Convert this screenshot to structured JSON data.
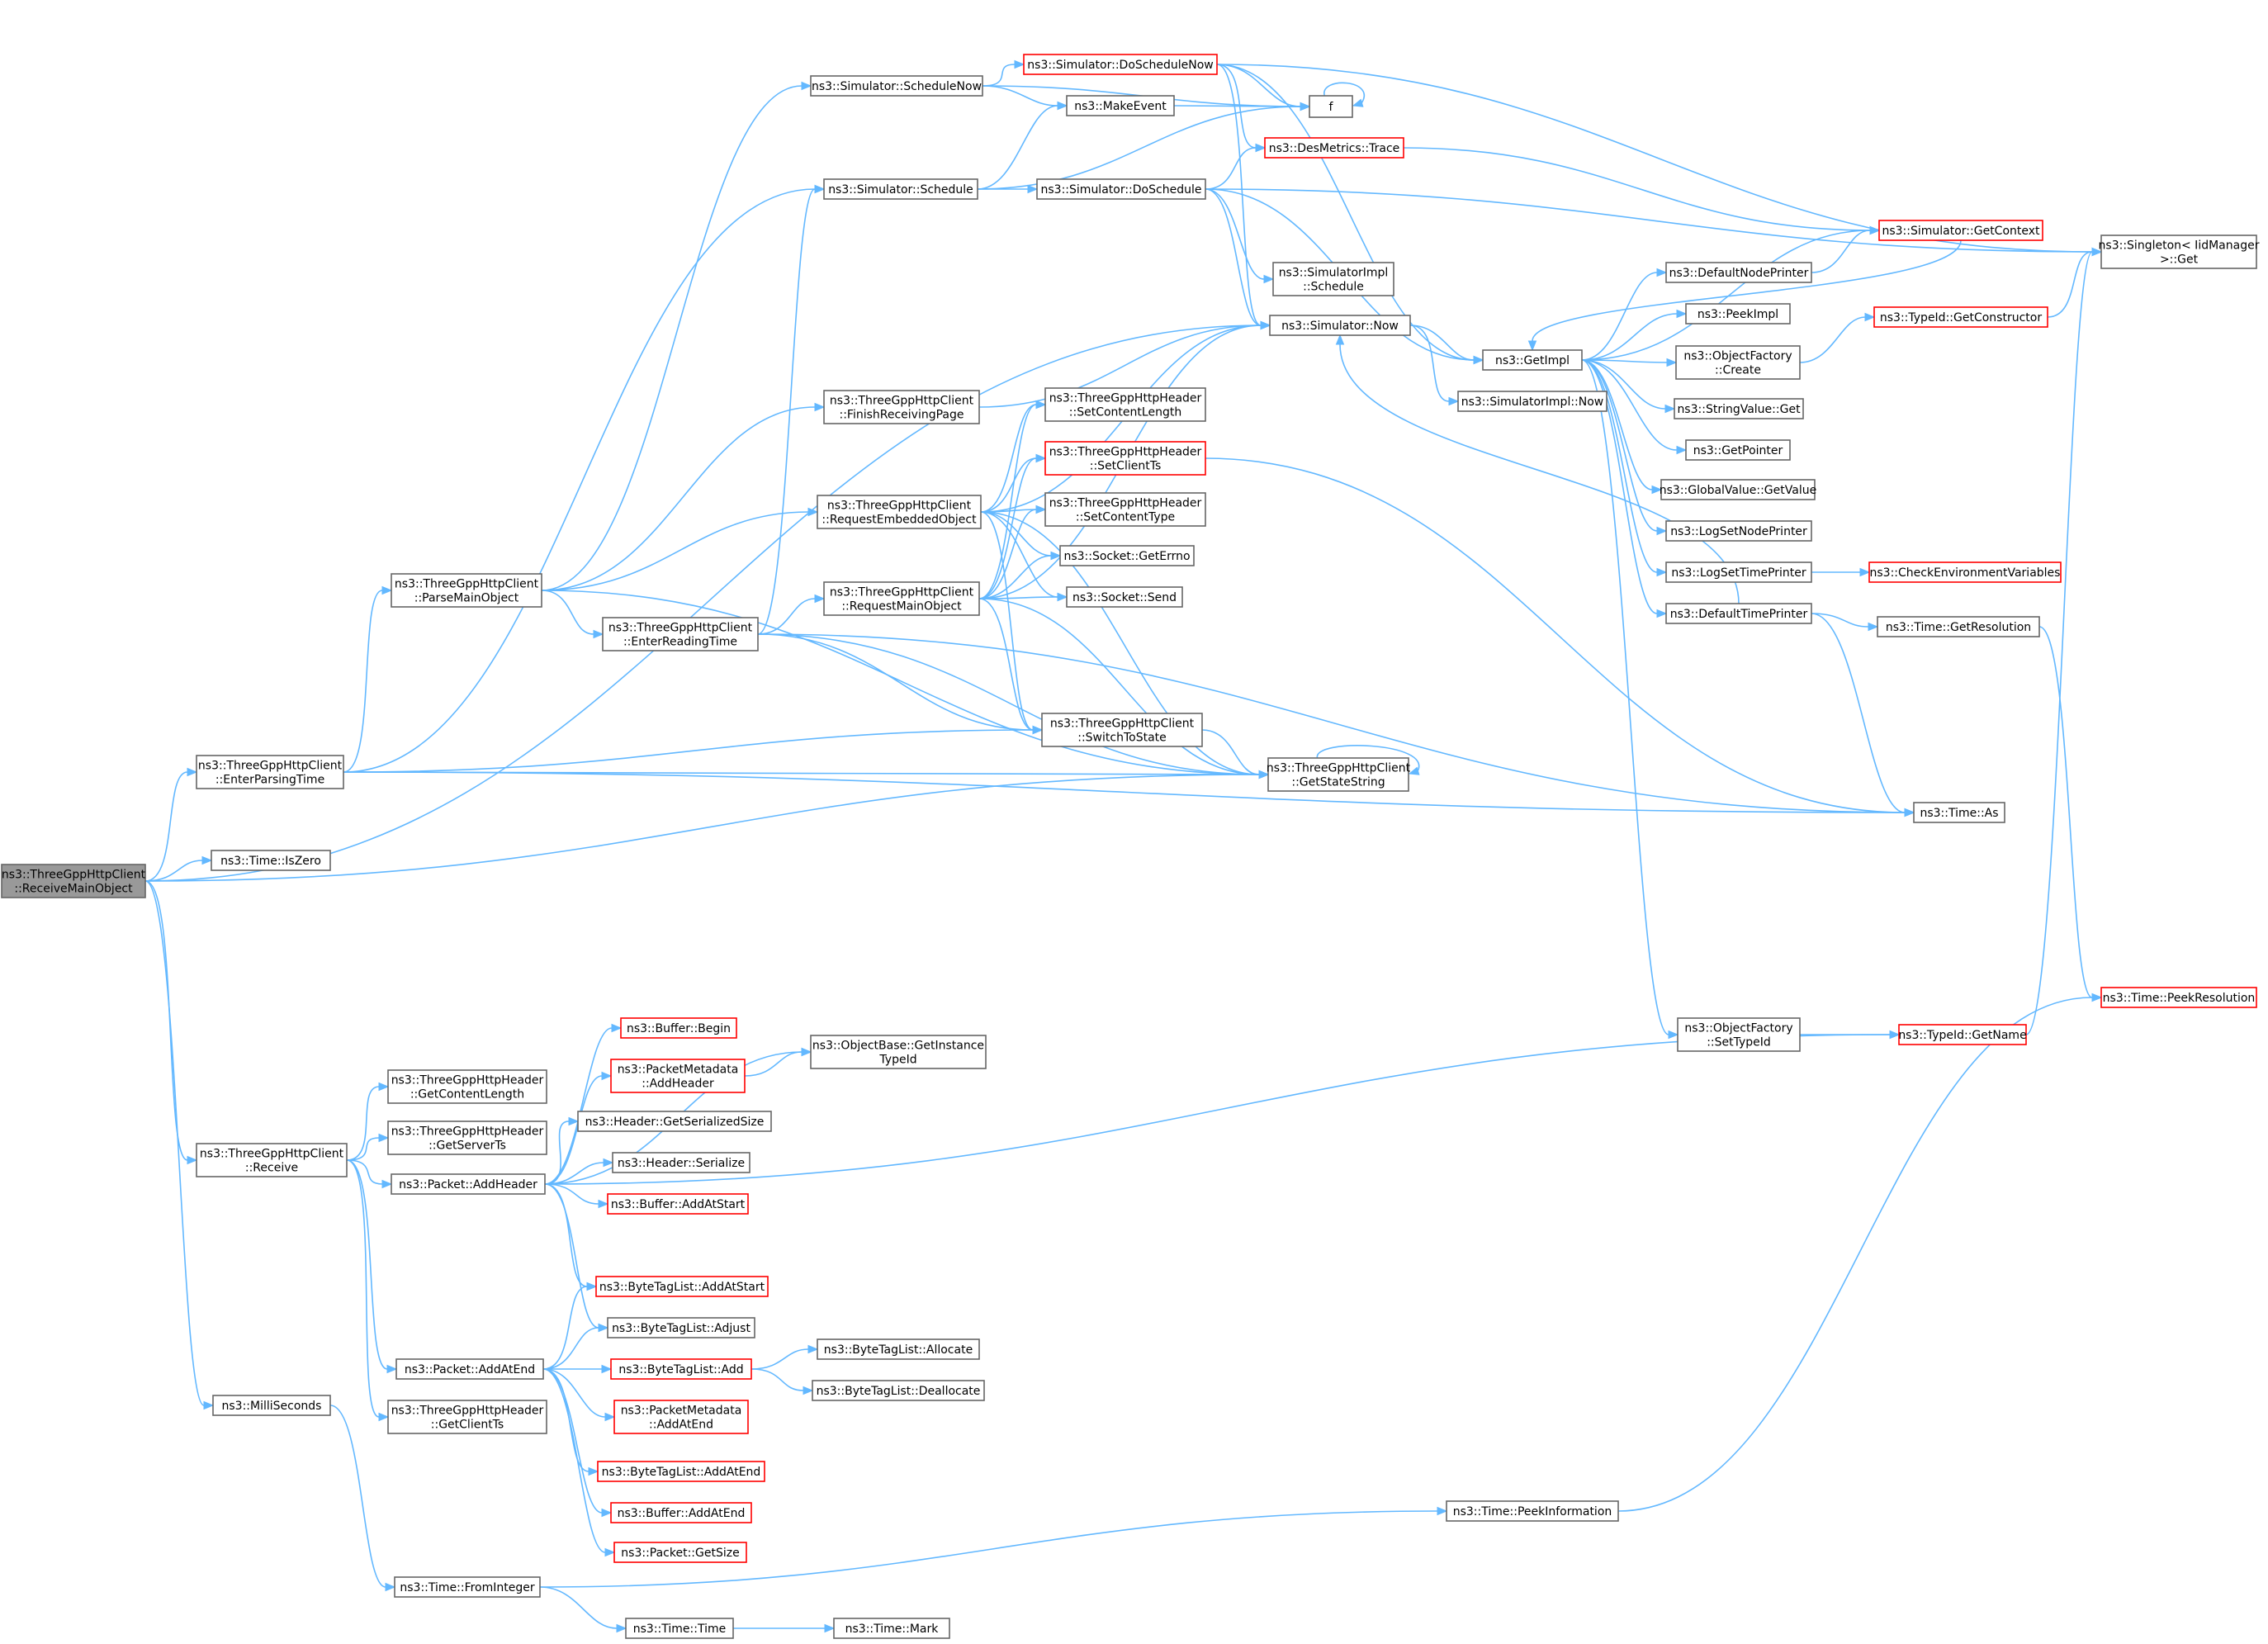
{
  "title": "",
  "colors": {
    "edge": "#63b8ff",
    "node_border": "#666666",
    "truncated_border": "#ff0000",
    "root_fill": "#999999"
  },
  "nodes": [
    {
      "id": "receiveMainObject",
      "lines": [
        "ns3::ThreeGppHttpClient",
        "::ReceiveMainObject"
      ],
      "style": "root"
    },
    {
      "id": "enterParsingTime",
      "lines": [
        "ns3::ThreeGppHttpClient",
        "::EnterParsingTime"
      ],
      "style": "normal"
    },
    {
      "id": "timeIsZero",
      "lines": [
        "ns3::Time::IsZero"
      ],
      "style": "normal"
    },
    {
      "id": "receive",
      "lines": [
        "ns3::ThreeGppHttpClient",
        "::Receive"
      ],
      "style": "normal"
    },
    {
      "id": "milliSeconds",
      "lines": [
        "ns3::MilliSeconds"
      ],
      "style": "normal"
    },
    {
      "id": "parseMainObject",
      "lines": [
        "ns3::ThreeGppHttpClient",
        "::ParseMainObject"
      ],
      "style": "normal"
    },
    {
      "id": "enterReadingTime",
      "lines": [
        "ns3::ThreeGppHttpClient",
        "::EnterReadingTime"
      ],
      "style": "normal"
    },
    {
      "id": "simScheduleNow",
      "lines": [
        "ns3::Simulator::ScheduleNow"
      ],
      "style": "normal"
    },
    {
      "id": "simSchedule",
      "lines": [
        "ns3::Simulator::Schedule"
      ],
      "style": "normal"
    },
    {
      "id": "finishReceivingPage",
      "lines": [
        "ns3::ThreeGppHttpClient",
        "::FinishReceivingPage"
      ],
      "style": "normal"
    },
    {
      "id": "requestEmbeddedObject",
      "lines": [
        "ns3::ThreeGppHttpClient",
        "::RequestEmbeddedObject"
      ],
      "style": "normal"
    },
    {
      "id": "requestMainObject",
      "lines": [
        "ns3::ThreeGppHttpClient",
        "::RequestMainObject"
      ],
      "style": "normal"
    },
    {
      "id": "simDoScheduleNow",
      "lines": [
        "ns3::Simulator::DoScheduleNow"
      ],
      "style": "red"
    },
    {
      "id": "makeEvent",
      "lines": [
        "ns3::MakeEvent"
      ],
      "style": "normal"
    },
    {
      "id": "simDoSchedule",
      "lines": [
        "ns3::Simulator::DoSchedule"
      ],
      "style": "normal"
    },
    {
      "id": "f",
      "lines": [
        "f"
      ],
      "style": "normal"
    },
    {
      "id": "desMetricsTrace",
      "lines": [
        "ns3::DesMetrics::Trace"
      ],
      "style": "red"
    },
    {
      "id": "simImplSchedule",
      "lines": [
        "ns3::SimulatorImpl",
        "::Schedule"
      ],
      "style": "normal"
    },
    {
      "id": "simNow",
      "lines": [
        "ns3::Simulator::Now"
      ],
      "style": "normal"
    },
    {
      "id": "setContentLength",
      "lines": [
        "ns3::ThreeGppHttpHeader",
        "::SetContentLength"
      ],
      "style": "normal"
    },
    {
      "id": "setClientTs",
      "lines": [
        "ns3::ThreeGppHttpHeader",
        "::SetClientTs"
      ],
      "style": "red"
    },
    {
      "id": "setContentType",
      "lines": [
        "ns3::ThreeGppHttpHeader",
        "::SetContentType"
      ],
      "style": "normal"
    },
    {
      "id": "socketGetErrno",
      "lines": [
        "ns3::Socket::GetErrno"
      ],
      "style": "normal"
    },
    {
      "id": "socketSend",
      "lines": [
        "ns3::Socket::Send"
      ],
      "style": "normal"
    },
    {
      "id": "switchToState",
      "lines": [
        "ns3::ThreeGppHttpClient",
        "::SwitchToState"
      ],
      "style": "normal"
    },
    {
      "id": "getStateString",
      "lines": [
        "ns3::ThreeGppHttpClient",
        "::GetStateString"
      ],
      "style": "normal"
    },
    {
      "id": "getImpl",
      "lines": [
        "ns3::GetImpl"
      ],
      "style": "normal"
    },
    {
      "id": "simImplNow",
      "lines": [
        "ns3::SimulatorImpl::Now"
      ],
      "style": "normal"
    },
    {
      "id": "defaultNodePrinter",
      "lines": [
        "ns3::DefaultNodePrinter"
      ],
      "style": "normal"
    },
    {
      "id": "peekImpl",
      "lines": [
        "ns3::PeekImpl"
      ],
      "style": "normal"
    },
    {
      "id": "objFactoryCreate",
      "lines": [
        "ns3::ObjectFactory",
        "::Create"
      ],
      "style": "normal"
    },
    {
      "id": "stringValueGet",
      "lines": [
        "ns3::StringValue::Get"
      ],
      "style": "normal"
    },
    {
      "id": "getPointer",
      "lines": [
        "ns3::GetPointer"
      ],
      "style": "normal"
    },
    {
      "id": "globalValueGetValue",
      "lines": [
        "ns3::GlobalValue::GetValue"
      ],
      "style": "normal"
    },
    {
      "id": "logSetNodePrinter",
      "lines": [
        "ns3::LogSetNodePrinter"
      ],
      "style": "normal"
    },
    {
      "id": "logSetTimePrinter",
      "lines": [
        "ns3::LogSetTimePrinter"
      ],
      "style": "normal"
    },
    {
      "id": "defaultTimePrinter",
      "lines": [
        "ns3::DefaultTimePrinter"
      ],
      "style": "normal"
    },
    {
      "id": "objFactorySetTypeId",
      "lines": [
        "ns3::ObjectFactory",
        "::SetTypeId"
      ],
      "style": "normal"
    },
    {
      "id": "simGetContext",
      "lines": [
        "ns3::Simulator::GetContext"
      ],
      "style": "red"
    },
    {
      "id": "singletonGet",
      "lines": [
        "ns3::Singleton< IidManager",
        " >::Get"
      ],
      "style": "normal"
    },
    {
      "id": "typeIdGetConstructor",
      "lines": [
        "ns3::TypeId::GetConstructor"
      ],
      "style": "red"
    },
    {
      "id": "checkEnvVars",
      "lines": [
        "ns3::CheckEnvironmentVariables"
      ],
      "style": "red"
    },
    {
      "id": "timeGetResolution",
      "lines": [
        "ns3::Time::GetResolution"
      ],
      "style": "normal"
    },
    {
      "id": "timeAs",
      "lines": [
        "ns3::Time::As"
      ],
      "style": "normal"
    },
    {
      "id": "typeIdGetName",
      "lines": [
        "ns3::TypeId::GetName"
      ],
      "style": "red"
    },
    {
      "id": "timePeekResolution",
      "lines": [
        "ns3::Time::PeekResolution"
      ],
      "style": "red"
    },
    {
      "id": "hdrGetContentLength",
      "lines": [
        "ns3::ThreeGppHttpHeader",
        "::GetContentLength"
      ],
      "style": "normal"
    },
    {
      "id": "hdrGetServerTs",
      "lines": [
        "ns3::ThreeGppHttpHeader",
        "::GetServerTs"
      ],
      "style": "normal"
    },
    {
      "id": "packetAddHeader",
      "lines": [
        "ns3::Packet::AddHeader"
      ],
      "style": "normal"
    },
    {
      "id": "packetAddAtEnd",
      "lines": [
        "ns3::Packet::AddAtEnd"
      ],
      "style": "normal"
    },
    {
      "id": "hdrGetClientTs",
      "lines": [
        "ns3::ThreeGppHttpHeader",
        "::GetClientTs"
      ],
      "style": "normal"
    },
    {
      "id": "bufferBegin",
      "lines": [
        "ns3::Buffer::Begin"
      ],
      "style": "red"
    },
    {
      "id": "pmAddHeader",
      "lines": [
        "ns3::PacketMetadata",
        "::AddHeader"
      ],
      "style": "red"
    },
    {
      "id": "headerGetSerializedSize",
      "lines": [
        "ns3::Header::GetSerializedSize"
      ],
      "style": "normal"
    },
    {
      "id": "headerSerialize",
      "lines": [
        "ns3::Header::Serialize"
      ],
      "style": "normal"
    },
    {
      "id": "bufferAddAtStart",
      "lines": [
        "ns3::Buffer::AddAtStart"
      ],
      "style": "red"
    },
    {
      "id": "objBaseGetInstanceTypeId",
      "lines": [
        "ns3::ObjectBase::GetInstance",
        "TypeId"
      ],
      "style": "normal"
    },
    {
      "id": "btlAddAtStart",
      "lines": [
        "ns3::ByteTagList::AddAtStart"
      ],
      "style": "red"
    },
    {
      "id": "btlAdjust",
      "lines": [
        "ns3::ByteTagList::Adjust"
      ],
      "style": "normal"
    },
    {
      "id": "btlAdd",
      "lines": [
        "ns3::ByteTagList::Add"
      ],
      "style": "red"
    },
    {
      "id": "pmAddAtEnd",
      "lines": [
        "ns3::PacketMetadata",
        "::AddAtEnd"
      ],
      "style": "red"
    },
    {
      "id": "btlAddAtEnd",
      "lines": [
        "ns3::ByteTagList::AddAtEnd"
      ],
      "style": "red"
    },
    {
      "id": "bufferAddAtEnd",
      "lines": [
        "ns3::Buffer::AddAtEnd"
      ],
      "style": "red"
    },
    {
      "id": "packetGetSize",
      "lines": [
        "ns3::Packet::GetSize"
      ],
      "style": "red"
    },
    {
      "id": "btlAllocate",
      "lines": [
        "ns3::ByteTagList::Allocate"
      ],
      "style": "normal"
    },
    {
      "id": "btlDeallocate",
      "lines": [
        "ns3::ByteTagList::Deallocate"
      ],
      "style": "normal"
    },
    {
      "id": "timeFromInteger",
      "lines": [
        "ns3::Time::FromInteger"
      ],
      "style": "normal"
    },
    {
      "id": "timePeekInformation",
      "lines": [
        "ns3::Time::PeekInformation"
      ],
      "style": "normal"
    },
    {
      "id": "timeTime",
      "lines": [
        "ns3::Time::Time"
      ],
      "style": "normal"
    },
    {
      "id": "timeMark",
      "lines": [
        "ns3::Time::Mark"
      ],
      "style": "normal"
    }
  ],
  "edges": [
    [
      "receiveMainObject",
      "enterParsingTime"
    ],
    [
      "receiveMainObject",
      "timeIsZero"
    ],
    [
      "receiveMainObject",
      "receive"
    ],
    [
      "receiveMainObject",
      "milliSeconds"
    ],
    [
      "receiveMainObject",
      "simNow"
    ],
    [
      "receiveMainObject",
      "getStateString"
    ],
    [
      "enterParsingTime",
      "parseMainObject"
    ],
    [
      "enterParsingTime",
      "simSchedule"
    ],
    [
      "enterParsingTime",
      "switchToState"
    ],
    [
      "enterParsingTime",
      "getStateString"
    ],
    [
      "enterParsingTime",
      "timeAs"
    ],
    [
      "parseMainObject",
      "simScheduleNow"
    ],
    [
      "parseMainObject",
      "finishReceivingPage"
    ],
    [
      "parseMainObject",
      "requestEmbeddedObject"
    ],
    [
      "parseMainObject",
      "enterReadingTime"
    ],
    [
      "parseMainObject",
      "getStateString"
    ],
    [
      "enterReadingTime",
      "simSchedule"
    ],
    [
      "enterReadingTime",
      "requestMainObject"
    ],
    [
      "enterReadingTime",
      "switchToState"
    ],
    [
      "enterReadingTime",
      "getStateString"
    ],
    [
      "enterReadingTime",
      "timeAs"
    ],
    [
      "simScheduleNow",
      "simDoScheduleNow"
    ],
    [
      "simScheduleNow",
      "makeEvent"
    ],
    [
      "simScheduleNow",
      "f"
    ],
    [
      "simSchedule",
      "makeEvent"
    ],
    [
      "simSchedule",
      "simDoSchedule"
    ],
    [
      "simSchedule",
      "f"
    ],
    [
      "simDoScheduleNow",
      "f"
    ],
    [
      "simDoScheduleNow",
      "desMetricsTrace"
    ],
    [
      "simDoScheduleNow",
      "simNow"
    ],
    [
      "simDoScheduleNow",
      "getImpl"
    ],
    [
      "simDoScheduleNow",
      "singletonGet"
    ],
    [
      "makeEvent",
      "f"
    ],
    [
      "f",
      "f"
    ],
    [
      "simDoSchedule",
      "desMetricsTrace"
    ],
    [
      "simDoSchedule",
      "simImplSchedule"
    ],
    [
      "simDoSchedule",
      "simNow"
    ],
    [
      "simDoSchedule",
      "getImpl"
    ],
    [
      "simDoSchedule",
      "singletonGet"
    ],
    [
      "desMetricsTrace",
      "simGetContext"
    ],
    [
      "finishReceivingPage",
      "simNow"
    ],
    [
      "requestEmbeddedObject",
      "simNow"
    ],
    [
      "requestEmbeddedObject",
      "setContentLength"
    ],
    [
      "requestEmbeddedObject",
      "setClientTs"
    ],
    [
      "requestEmbeddedObject",
      "setContentType"
    ],
    [
      "requestEmbeddedObject",
      "socketGetErrno"
    ],
    [
      "requestEmbeddedObject",
      "socketSend"
    ],
    [
      "requestEmbeddedObject",
      "switchToState"
    ],
    [
      "requestEmbeddedObject",
      "getStateString"
    ],
    [
      "requestMainObject",
      "simNow"
    ],
    [
      "requestMainObject",
      "setContentLength"
    ],
    [
      "requestMainObject",
      "setClientTs"
    ],
    [
      "requestMainObject",
      "setContentType"
    ],
    [
      "requestMainObject",
      "socketGetErrno"
    ],
    [
      "requestMainObject",
      "socketSend"
    ],
    [
      "requestMainObject",
      "switchToState"
    ],
    [
      "requestMainObject",
      "getStateString"
    ],
    [
      "switchToState",
      "getStateString"
    ],
    [
      "getStateString",
      "getStateString"
    ],
    [
      "setClientTs",
      "timeAs"
    ],
    [
      "simNow",
      "getImpl"
    ],
    [
      "simNow",
      "simImplNow"
    ],
    [
      "getImpl",
      "simGetContext"
    ],
    [
      "getImpl",
      "defaultNodePrinter"
    ],
    [
      "getImpl",
      "peekImpl"
    ],
    [
      "getImpl",
      "objFactoryCreate"
    ],
    [
      "getImpl",
      "stringValueGet"
    ],
    [
      "getImpl",
      "getPointer"
    ],
    [
      "getImpl",
      "globalValueGetValue"
    ],
    [
      "getImpl",
      "logSetNodePrinter"
    ],
    [
      "getImpl",
      "logSetTimePrinter"
    ],
    [
      "getImpl",
      "defaultTimePrinter"
    ],
    [
      "getImpl",
      "objFactorySetTypeId"
    ],
    [
      "defaultNodePrinter",
      "simGetContext"
    ],
    [
      "simGetContext",
      "getImpl"
    ],
    [
      "objFactoryCreate",
      "typeIdGetConstructor"
    ],
    [
      "typeIdGetConstructor",
      "singletonGet"
    ],
    [
      "logSetTimePrinter",
      "checkEnvVars"
    ],
    [
      "defaultTimePrinter",
      "simNow"
    ],
    [
      "defaultTimePrinter",
      "timeGetResolution"
    ],
    [
      "defaultTimePrinter",
      "timeAs"
    ],
    [
      "timeGetResolution",
      "timePeekResolution"
    ],
    [
      "objFactorySetTypeId",
      "typeIdGetName"
    ],
    [
      "typeIdGetName",
      "singletonGet"
    ],
    [
      "receive",
      "hdrGetContentLength"
    ],
    [
      "receive",
      "hdrGetServerTs"
    ],
    [
      "receive",
      "packetAddHeader"
    ],
    [
      "receive",
      "packetAddAtEnd"
    ],
    [
      "receive",
      "hdrGetClientTs"
    ],
    [
      "packetAddHeader",
      "bufferBegin"
    ],
    [
      "packetAddHeader",
      "pmAddHeader"
    ],
    [
      "packetAddHeader",
      "headerGetSerializedSize"
    ],
    [
      "packetAddHeader",
      "headerSerialize"
    ],
    [
      "packetAddHeader",
      "bufferAddAtStart"
    ],
    [
      "packetAddHeader",
      "objBaseGetInstanceTypeId"
    ],
    [
      "packetAddHeader",
      "btlAddAtStart"
    ],
    [
      "packetAddHeader",
      "btlAdjust"
    ],
    [
      "packetAddHeader",
      "typeIdGetName"
    ],
    [
      "pmAddHeader",
      "objBaseGetInstanceTypeId"
    ],
    [
      "packetAddAtEnd",
      "btlAddAtStart"
    ],
    [
      "packetAddAtEnd",
      "btlAdjust"
    ],
    [
      "packetAddAtEnd",
      "btlAdd"
    ],
    [
      "packetAddAtEnd",
      "pmAddAtEnd"
    ],
    [
      "packetAddAtEnd",
      "btlAddAtEnd"
    ],
    [
      "packetAddAtEnd",
      "bufferAddAtEnd"
    ],
    [
      "packetAddAtEnd",
      "packetGetSize"
    ],
    [
      "btlAdd",
      "btlAllocate"
    ],
    [
      "btlAdd",
      "btlDeallocate"
    ],
    [
      "milliSeconds",
      "timeFromInteger"
    ],
    [
      "timeFromInteger",
      "timePeekInformation"
    ],
    [
      "timeFromInteger",
      "timeTime"
    ],
    [
      "timePeekInformation",
      "timePeekResolution"
    ],
    [
      "timeTime",
      "timeMark"
    ]
  ]
}
